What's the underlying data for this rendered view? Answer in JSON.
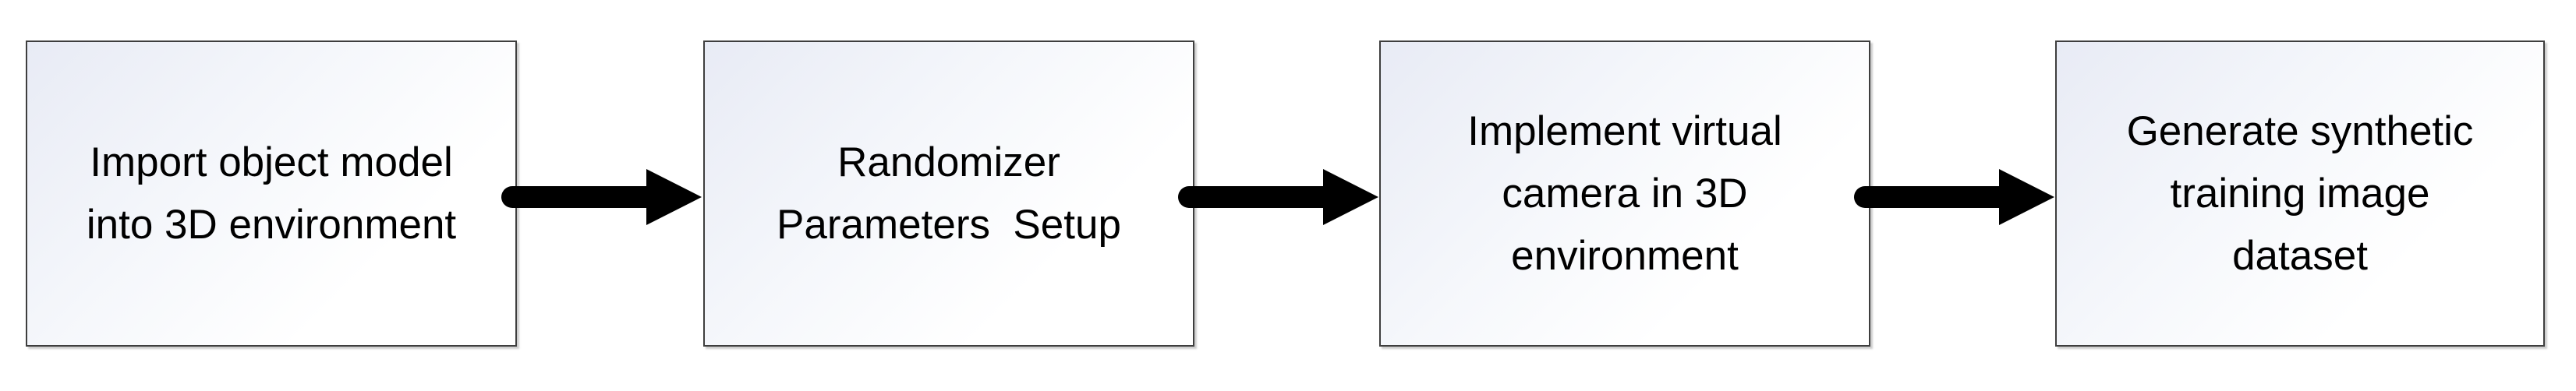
{
  "diagram": {
    "type": "flowchart",
    "direction": "left-to-right",
    "steps": [
      {
        "id": 1,
        "label": "Import object model into 3D environment",
        "lines": [
          "Import object model",
          "into 3D environment"
        ]
      },
      {
        "id": 2,
        "label": "Randomizer Parameters Setup",
        "lines": [
          "Randomizer",
          "Parameters  Setup"
        ]
      },
      {
        "id": 3,
        "label": "Implement virtual camera in 3D environment",
        "lines": [
          "Implement virtual",
          "camera in 3D",
          "environment"
        ]
      },
      {
        "id": 4,
        "label": "Generate synthetic training image dataset",
        "lines": [
          "Generate synthetic",
          "training image",
          "dataset"
        ]
      }
    ],
    "connectors": [
      {
        "from": 1,
        "to": 2,
        "shape": "thick-right-arrow"
      },
      {
        "from": 2,
        "to": 3,
        "shape": "thick-right-arrow"
      },
      {
        "from": 3,
        "to": 4,
        "shape": "thick-right-arrow"
      }
    ],
    "colors": {
      "box_fill_top_left": "#e8ebf5",
      "box_fill_bottom_right": "#ffffff",
      "box_border": "#3e3e3e",
      "arrow": "#000000",
      "text": "#000000",
      "background": "#ffffff"
    }
  }
}
